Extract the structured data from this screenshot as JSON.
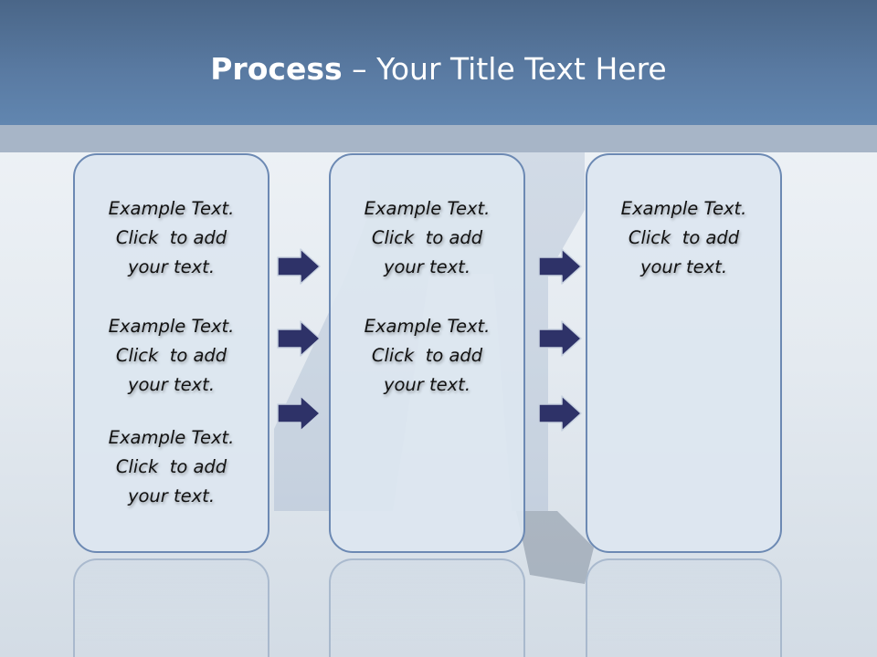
{
  "title": {
    "bold": "Process",
    "rest": " – Your Title Text Here"
  },
  "columns": [
    {
      "items": [
        {
          "line1": "Example Text.",
          "line2": "Click  to add",
          "line3": "your text."
        },
        {
          "line1": "Example Text.",
          "line2": "Click  to add",
          "line3": "your text."
        },
        {
          "line1": "Example Text.",
          "line2": "Click  to add",
          "line3": "your text."
        }
      ]
    },
    {
      "items": [
        {
          "line1": "Example Text.",
          "line2": "Click  to add",
          "line3": "your text."
        },
        {
          "line1": "Example Text.",
          "line2": "Click  to add",
          "line3": "your text."
        }
      ]
    },
    {
      "items": [
        {
          "line1": "Example Text.",
          "line2": "Click  to add",
          "line3": "your text."
        }
      ]
    }
  ],
  "arrow_icon": "right-arrow-icon",
  "colors": {
    "header": "#5a7ba3",
    "box_border": "#6c89b3",
    "arrow_fill": "#2e3268"
  }
}
